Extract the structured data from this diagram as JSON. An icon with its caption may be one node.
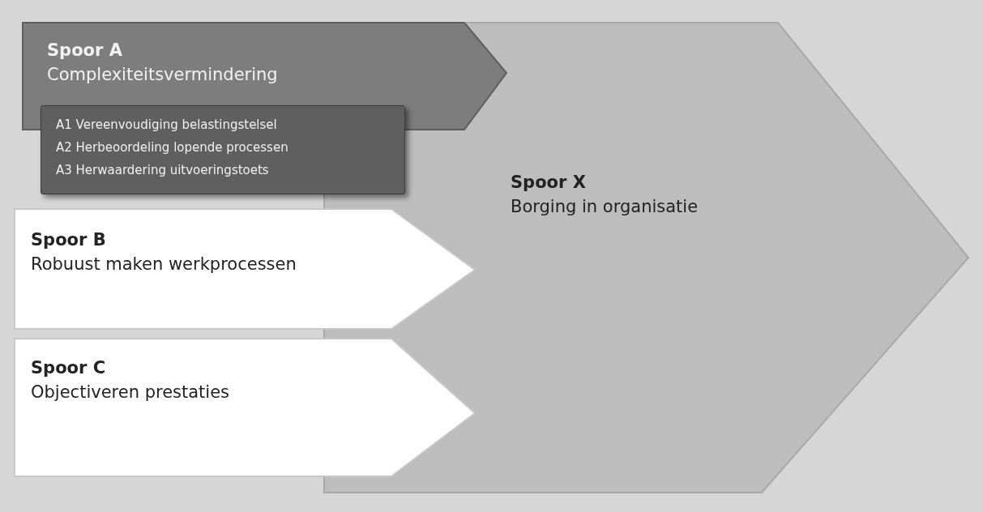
{
  "diagram": {
    "nodes": [
      {
        "text": [
          "Spoor X",
          "Borging in organisatie"
        ]
      },
      {
        "text": [
          "Spoor A",
          "Complexiteitsvermindering"
        ]
      },
      {
        "text": [
          "A1 Vereenvoudiging belastingstelsel",
          "A2 Herbeoordeling lopende processen",
          "A3 Herwaardering uitvoeringstoets"
        ]
      },
      {
        "text": [
          "Spoor B",
          "Robuust maken werkprocessen"
        ]
      },
      {
        "text": [
          "Spoor C",
          "Objectiveren prestaties"
        ]
      }
    ]
  }
}
